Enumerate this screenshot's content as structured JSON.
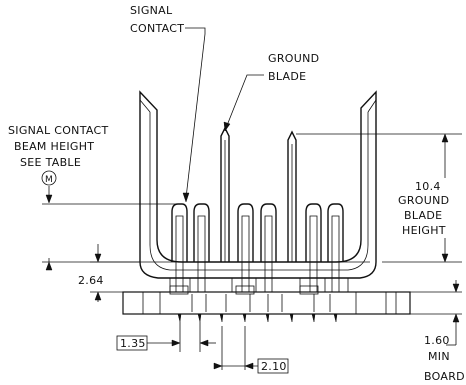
{
  "labels": {
    "signal_contact_line1": "SIGNAL",
    "signal_contact_line2": "CONTACT",
    "ground_blade_line1": "GROUND",
    "ground_blade_line2": "BLADE",
    "beam_height_line1": "SIGNAL CONTACT",
    "beam_height_line2": "BEAM HEIGHT",
    "beam_height_line3": "SEE TABLE",
    "m_symbol": "M",
    "ground_height_value": "10.4",
    "ground_height_line1": "GROUND",
    "ground_height_line2": "BLADE",
    "ground_height_line3": "HEIGHT",
    "dim_left_height": "2.64",
    "dim_pitch_a": "1.35",
    "dim_pitch_b": "2.10",
    "board_value": "1.60",
    "board_line1": "MIN",
    "board_line2": "BOARD"
  }
}
